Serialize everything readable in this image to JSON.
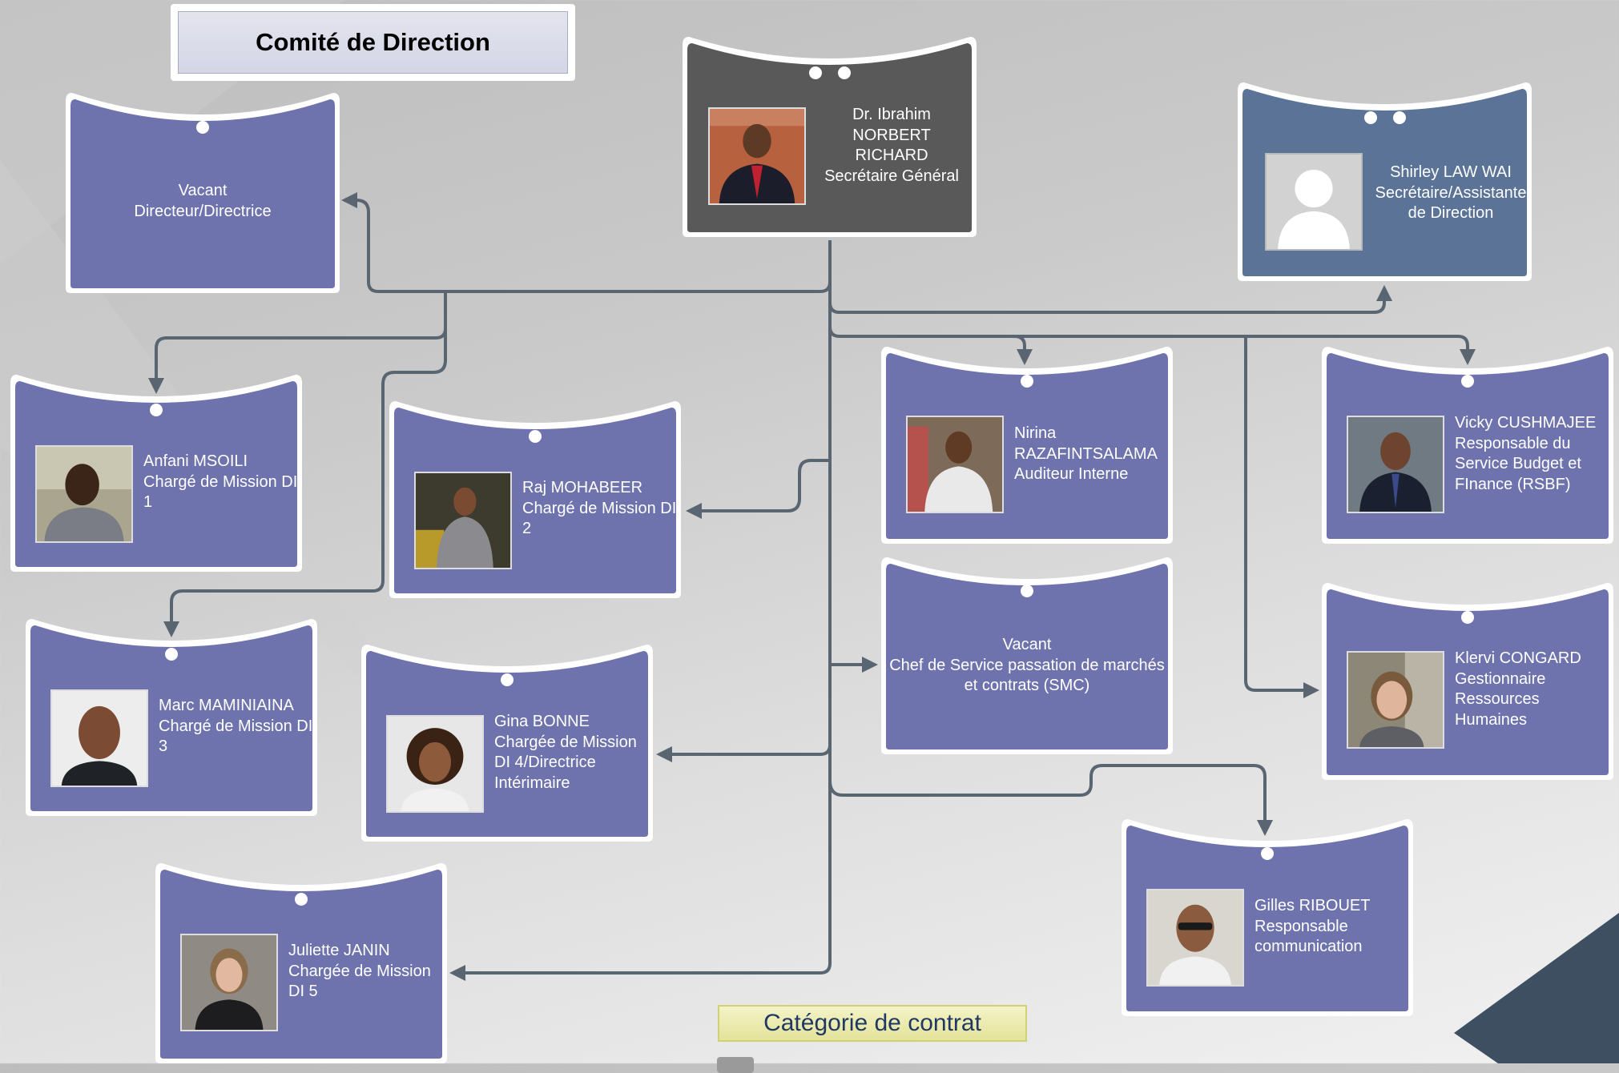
{
  "header": {
    "title": "Comité de Direction"
  },
  "footer": {
    "category_label": "Catégorie de contrat"
  },
  "colors": {
    "card_purple": "#6f73ad",
    "card_dark": "#595959",
    "card_blue": "#5a7396",
    "connector": "#5a6572",
    "title_bg": "#d7d9e8",
    "category_bg": "#ecebb0"
  },
  "people": {
    "sg": {
      "lines": [
        "Dr. Ibrahim",
        "NORBERT",
        "RICHARD",
        "Secrétaire Général"
      ]
    },
    "assistant": {
      "lines": [
        "Shirley LAW WAI",
        "Secrétaire/Assistante",
        "de Direction"
      ]
    },
    "director": {
      "lines": [
        "Vacant",
        "Directeur/Directrice"
      ]
    },
    "anfani": {
      "lines": [
        "Anfani MSOILI",
        "Chargé de Mission DI",
        "1"
      ]
    },
    "raj": {
      "lines": [
        "Raj MOHABEER",
        "Chargé de Mission DI",
        "2"
      ]
    },
    "marc": {
      "lines": [
        "Marc MAMINIAINA",
        "Chargé de Mission DI",
        "3"
      ]
    },
    "gina": {
      "lines": [
        "Gina BONNE",
        "Chargée de Mission",
        "DI 4/Directrice",
        "Intérimaire"
      ]
    },
    "juliette": {
      "lines": [
        "Juliette JANIN",
        "Chargée de Mission",
        "DI 5"
      ]
    },
    "nirina": {
      "lines": [
        "Nirina",
        "RAZAFINTSALAMA",
        "Auditeur Interne"
      ]
    },
    "smc": {
      "lines": [
        "Vacant",
        "Chef de Service passation de marchés",
        "et contrats (SMC)"
      ]
    },
    "vicky": {
      "lines": [
        "Vicky CUSHMAJEE",
        "Responsable du",
        "Service Budget et",
        "FInance  (RSBF)"
      ]
    },
    "klervi": {
      "lines": [
        "Klervi CONGARD",
        "Gestionnaire",
        "Ressources",
        "Humaines"
      ]
    },
    "gilles": {
      "lines": [
        "Gilles RIBOUET",
        "Responsable",
        "communication"
      ]
    }
  }
}
